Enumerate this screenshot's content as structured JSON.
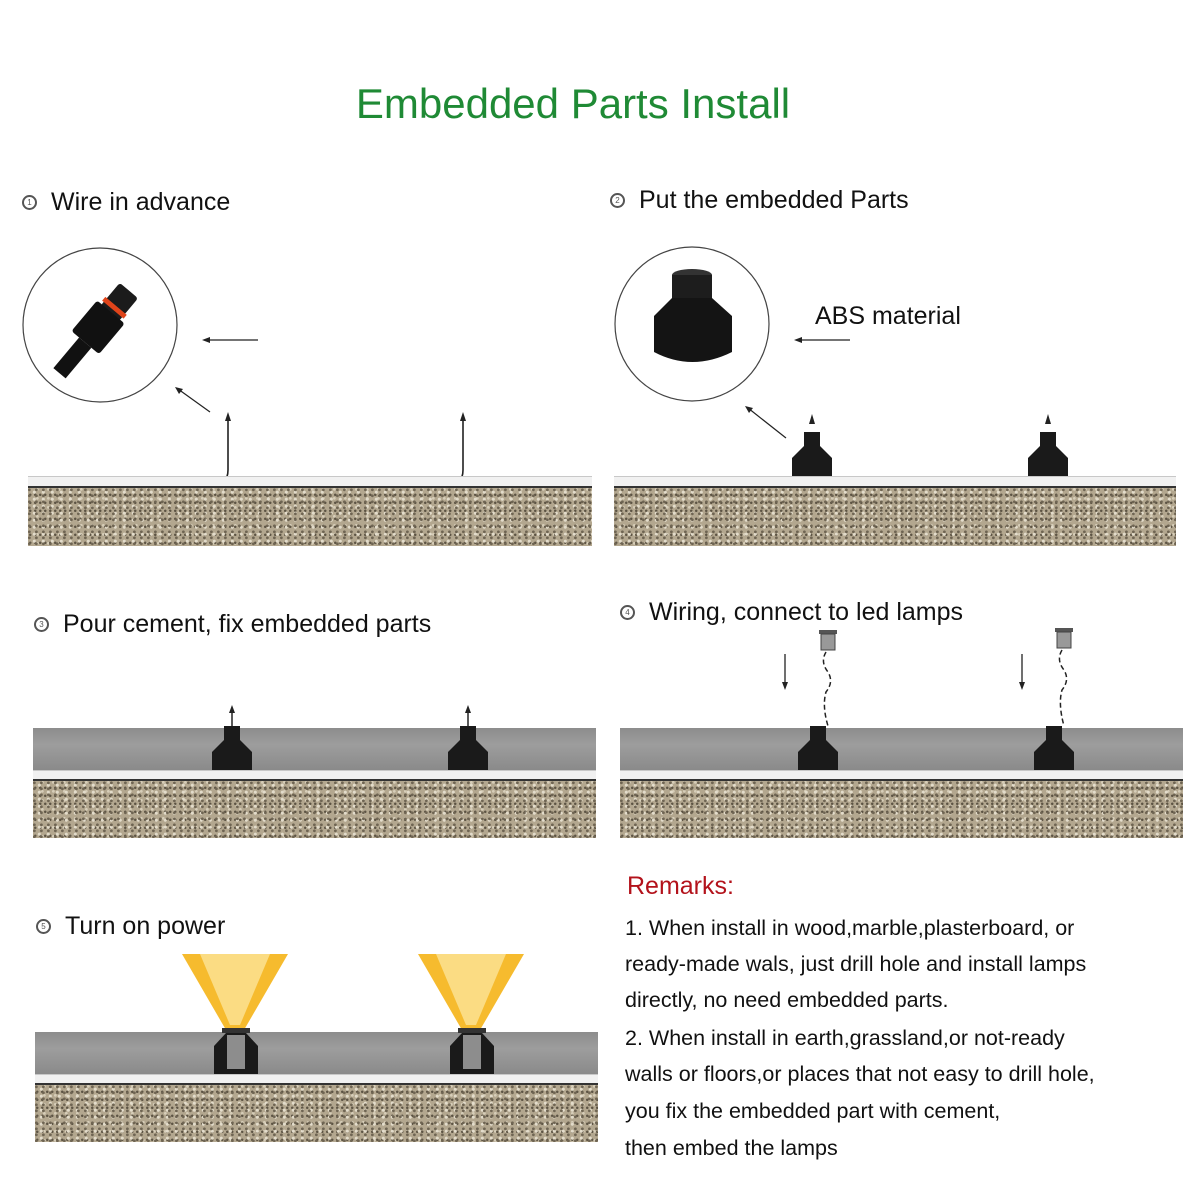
{
  "title": "Embedded Parts Install",
  "steps": [
    {
      "num": "1",
      "label": "Wire in advance"
    },
    {
      "num": "2",
      "label": "Put the embedded Parts"
    },
    {
      "num": "3",
      "label": "Pour cement, fix embedded parts"
    },
    {
      "num": "4",
      "label": "Wiring, connect to led lamps"
    },
    {
      "num": "5",
      "label": "Turn on power"
    }
  ],
  "callout": {
    "material": "ABS material"
  },
  "remarks": {
    "heading": "Remarks:",
    "lines": [
      "1. When install in wood,marble,plasterboard, or",
      "ready-made wals, just drill hole and install lamps",
      "directly, no need embedded parts.",
      "2. When install in earth,grassland,or not-ready",
      "walls or floors,or places that not easy to drill hole,",
      "you fix the embedded part with cement,",
      "then embed the lamps"
    ]
  },
  "colors": {
    "title": "#1f8a35",
    "remarks_heading": "#b3121b",
    "light": "#f5b417"
  }
}
